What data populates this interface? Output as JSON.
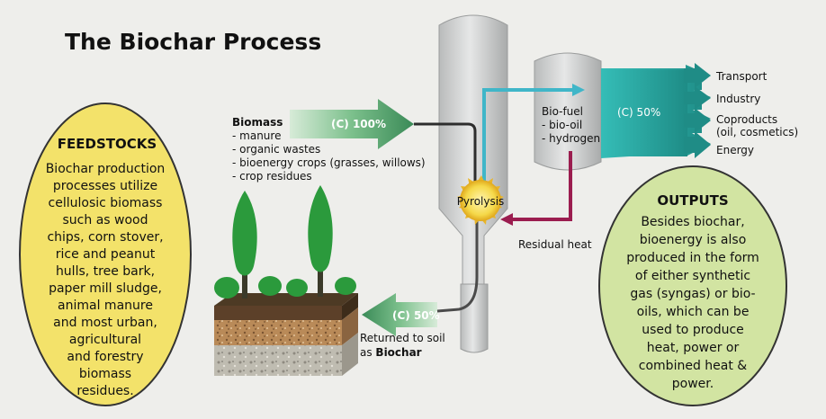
{
  "title": "The Biochar Process",
  "feedstocks": {
    "heading": "FEEDSTOCKS",
    "lines": [
      "Biochar production",
      "processes utilize",
      "cellulosic biomass",
      "such as wood",
      "chips, corn stover,",
      "rice and peanut",
      "hulls, tree bark,",
      "paper mill sludge,",
      "animal manure",
      "and most urban,",
      "agricultural",
      "and forestry",
      "biomass",
      "residues."
    ]
  },
  "outputs": {
    "heading": "OUTPUTS",
    "lines": [
      "Besides biochar,",
      "bioenergy is also",
      "produced in the form",
      "of either synthetic",
      "gas (syngas) or bio-",
      "oils, which can be",
      "used to produce",
      "heat, power or",
      "combined heat &",
      "power."
    ]
  },
  "biomass": {
    "heading": "Biomass",
    "items": [
      "- manure",
      "- organic wastes",
      "- bioenergy crops (grasses, willows)",
      "- crop residues"
    ]
  },
  "arrows": {
    "input_carbon": "(C) 100%",
    "biochar_carbon": "(C) 50%",
    "biofuel_carbon": "(C) 50%"
  },
  "pyrolysis": "Pyrolysis",
  "biofuel": {
    "heading": "Bio-fuel",
    "items": [
      "- bio-oil",
      "- hydrogen"
    ]
  },
  "residual_heat": "Residual heat",
  "returned_to_soil": {
    "line1": "Returned to soil",
    "line2_prefix": "as ",
    "line2_bold": "Biochar"
  },
  "uses": [
    "Transport",
    "Industry",
    "Coproducts",
    "(oil, cosmetics)",
    "Energy"
  ],
  "colors": {
    "feedstock_oval": "#f3e26a",
    "output_oval": "#d2e4a2",
    "teal": "#2aa6a0",
    "green_arrow": "#4c9b6c",
    "tree_green": "#2b9a3c",
    "residual_heat_line": "#9b1d4f",
    "vapor_line": "#40b6c8"
  }
}
